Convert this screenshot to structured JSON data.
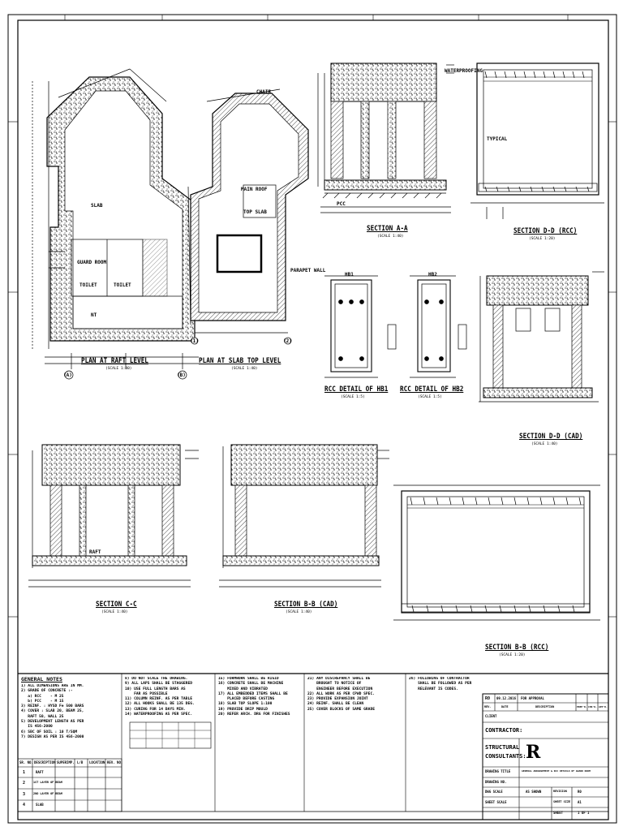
{
  "views": {
    "plan_raft": {
      "title": "PLAN AT RAFT LEVEL",
      "scale": "(SCALE 1:40)"
    },
    "plan_slab": {
      "title": "PLAN AT SLAB TOP LEVEL",
      "scale": "(SCALE 1:40)"
    },
    "sec_aa": {
      "title": "SECTION A-A",
      "scale": "(SCALE 1:40)"
    },
    "sec_dd_rcc": {
      "title": "SECTION D-D (RCC)",
      "scale": "(SCALE 1:20)"
    },
    "rcc_hb1": {
      "title": "RCC DETAIL OF HB1",
      "scale": "(SCALE 1:5)"
    },
    "rcc_hb2": {
      "title": "RCC DETAIL OF HB2",
      "scale": "(SCALE 1:5)"
    },
    "sec_dd_cad": {
      "title": "SECTION D-D (CAD)",
      "scale": "(SCALE 1:40)"
    },
    "sec_cc": {
      "title": "SECTION C-C",
      "scale": "(SCALE 1:40)"
    },
    "sec_bb_cad": {
      "title": "SECTION B-B (CAD)",
      "scale": "(SCALE 1:40)"
    },
    "sec_bb_rcc": {
      "title": "SECTION B-B (RCC)",
      "scale": "(SCALE 1:20)"
    }
  },
  "labels": {
    "toilet": "TOILET",
    "guard_room": "GUARD ROOM",
    "slab": "SLAB",
    "nt": "NT",
    "main_roof": "MAIN ROOF",
    "top_slab": "TOP SLAB",
    "parapet": "PARAPET WALL",
    "waterproof": "WATERPROOFING",
    "chair": "CHAIR",
    "pcc": "PCC",
    "hb1": "HB1",
    "hb2": "HB2",
    "raft": "RAFT",
    "typical": "TYPICAL",
    "d_a": "(A)",
    "d_b": "(B)",
    "d_1": "(1)",
    "d_2": "(2)"
  },
  "notes": {
    "heading": "GENERAL NOTES",
    "col1": "1) ALL DIMENSIONS ARE IN MM.\n2) GRADE OF CONCRETE :-\n   a) RCC    - M 25\n   b) PCC    - M 15\n3) REINF. : HYSD Fe 500 BARS\n4) COVER : SLAB 20, BEAM 25,\n   RAFT 50, WALL 25\n5) DEVELOPMENT LENGTH AS PER\n   IS 456-2000\n6) SBC OF SOIL : 10 T/SQM\n7) DESIGN AS PER IS 456-2000",
    "col2": "8) DO NOT SCALE THE DRAWING.\n9) ALL LAPS SHALL BE STAGGERED\n10) USE FULL LENGTH BARS AS\n    FAR AS POSSIBLE\n11) COLUMN REINF. AS PER TABLE\n12) ALL HOOKS SHALL BE 135 DEG.\n13) CURING FOR 14 DAYS MIN.\n14) WATERPROOFING AS PER SPEC.",
    "col3": "15) FORMWORK SHALL BE RIGID\n16) CONCRETE SHALL BE MACHINE\n    MIXED AND VIBRATED\n17) ALL EMBEDDED ITEMS SHALL BE\n    PLACED BEFORE CASTING\n18) SLAB TOP SLOPE 1:100\n19) PROVIDE DRIP MOULD\n20) REFER ARCH. DRG FOR FINISHES",
    "col4": "21) ANY DISCREPANCY SHALL BE\n    BROUGHT TO NOTICE OF\n    ENGINEER BEFORE EXECUTION\n22) ALL WORK AS PER CPWD SPEC.\n23) PROVIDE EXPANSION JOINT\n24) REINF. SHALL BE CLEAN\n25) COVER BLOCKS OF SAME GRADE",
    "col5": "26) FOLLOWING OF CONTRACTOR\n    SHALL BE FOLLOWED AS PER\n    RELEVANT IS CODES.",
    "table_head": [
      "SR. NO.",
      "DESCRIPTION",
      "SUPERIMP.",
      "L/B",
      "LOCATION",
      "REV. NO."
    ],
    "table_rows": [
      [
        "1",
        "RAFT",
        "-",
        "-",
        "-",
        "-"
      ],
      [
        "2",
        "1ST LAYER OF BEAM",
        "-",
        "-",
        "-",
        "-"
      ],
      [
        "3",
        "2ND LAYER OF BEAM",
        "-",
        "-",
        "-",
        "-"
      ],
      [
        "4",
        "SLAB",
        "-",
        "-",
        "-",
        "-"
      ]
    ]
  },
  "title_block": {
    "rev_row": [
      "R0",
      "09.12.2016",
      "FOR APPROVAL"
    ],
    "hdr": [
      "REV.",
      "DATE",
      "DESCRIPTION",
      "PREP'D.",
      "CHK'D.",
      "APP'D."
    ],
    "client": "CLIENT",
    "contractor": "CONTRACTOR:",
    "structural": "STRUCTURAL",
    "consultants": "CONSULTANTS:",
    "logo": "R",
    "drawing_title_lbl": "DRAWING TITLE",
    "drawing_title": "GENERAL ARRANGEMENT & RCC DETAILS OF GUARD ROOM",
    "drawing_no_lbl": "DRAWING NO.",
    "dwg_scale_lbl": "DWG SCALE",
    "dwg_scale": "AS SHOWN",
    "revision_lbl": "REVISION",
    "revision": "R0",
    "sheet_scale_lbl": "SHEET SCALE",
    "sheet_size_lbl": "SHEET SIZE",
    "sheet_size": "A1",
    "sheet_lbl": "SHEET",
    "sheet": "1 OF 1"
  }
}
